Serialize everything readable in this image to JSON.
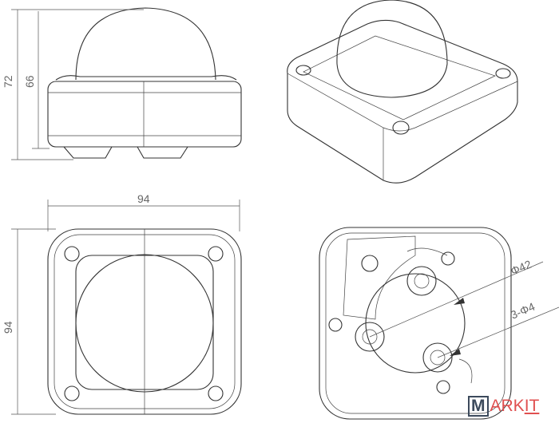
{
  "dimensions": {
    "height_total": "72",
    "height_body": "66",
    "width_top": "94",
    "height_side": "94",
    "diameter_mount": "Φ42",
    "screw_holes": "3-Φ4"
  },
  "logo": {
    "text": "MARKIT",
    "m": "M",
    "ark": "ARK",
    "it": "IT"
  }
}
